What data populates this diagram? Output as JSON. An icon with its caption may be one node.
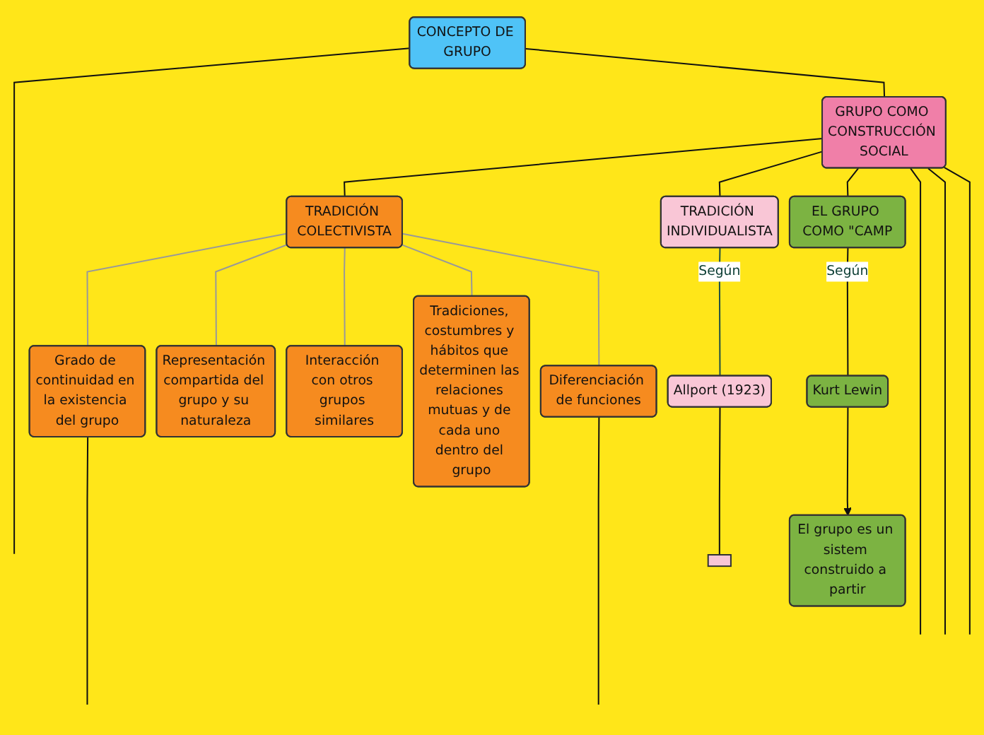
{
  "diagram": {
    "nodes": [
      {
        "text": [
          "CONCEPTO DE GRUPO"
        ]
      },
      {
        "text": [
          "GRUPO COMO CONSTRUCCIÓN SOCIAL"
        ]
      },
      {
        "text": [
          "TRADICIÓN COLECTIVISTA"
        ]
      },
      {
        "text": [
          "Grado de continuidad en la existencia del grupo"
        ]
      },
      {
        "text": [
          "Representación compartida del grupo y su naturaleza"
        ]
      },
      {
        "text": [
          "Interacción con otros grupos similares"
        ]
      },
      {
        "text": [
          "Tradiciones, costumbres y hábitos que determinen las relaciones mutuas y de cada uno dentro del grupo"
        ]
      },
      {
        "text": [
          "Diferenciación de funciones"
        ]
      },
      {
        "text": [
          "TRADICIÓN INDIVIDUALISTA"
        ]
      },
      {
        "text": [
          "Allport (1923)"
        ]
      },
      {
        "text": [],
        "shape": "box"
      },
      {
        "text": [
          "EL GRUPO COMO \"CAMP"
        ]
      },
      {
        "text": [
          "Kurt Lewin"
        ]
      },
      {
        "text": [
          "El grupo es un sistem construido a partir"
        ]
      }
    ],
    "edges": [
      {
        "from": 0,
        "to": null,
        "arrow": "none"
      },
      {
        "from": 0,
        "to": 1,
        "arrow": "none"
      },
      {
        "from": 1,
        "to": 2,
        "arrow": "none"
      },
      {
        "from": 1,
        "to": 8,
        "arrow": "none"
      },
      {
        "from": 1,
        "to": 11,
        "arrow": "none"
      },
      {
        "from": 1,
        "to": null,
        "arrow": "none"
      },
      {
        "from": 1,
        "to": null,
        "arrow": "none"
      },
      {
        "from": 1,
        "to": null,
        "arrow": "none"
      },
      {
        "from": 2,
        "to": 3,
        "arrow": "none",
        "color": "#999999"
      },
      {
        "from": 2,
        "to": 4,
        "arrow": "none",
        "color": "#999999"
      },
      {
        "from": 2,
        "to": 5,
        "arrow": "none",
        "color": "#999999"
      },
      {
        "from": 2,
        "to": 6,
        "arrow": "none",
        "color": "#999999"
      },
      {
        "from": 2,
        "to": 7,
        "arrow": "none",
        "color": "#999999"
      },
      {
        "from": 3,
        "to": null,
        "arrow": "none"
      },
      {
        "from": 7,
        "to": null,
        "arrow": "none"
      },
      {
        "from": 8,
        "to": 9,
        "label": "Según",
        "arrow": "none",
        "color": "#1f4f45"
      },
      {
        "from": 9,
        "to": 10,
        "arrow": "none"
      },
      {
        "from": 11,
        "to": 12,
        "label": "Según",
        "arrow": "none"
      },
      {
        "from": 12,
        "to": 13,
        "arrow": "to"
      }
    ]
  }
}
